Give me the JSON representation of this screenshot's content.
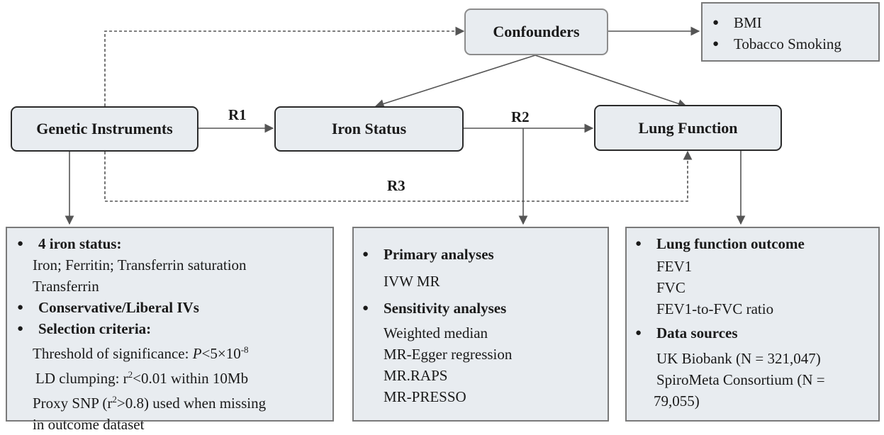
{
  "nodes": {
    "confounders": "Confounders",
    "genetic": "Genetic Instruments",
    "iron": "Iron Status",
    "lung": "Lung Function"
  },
  "labels": {
    "r1": "R1",
    "r2": "R2",
    "r3": "R3"
  },
  "confounder_list": [
    "BMI",
    "Tobacco Smoking"
  ],
  "panel_genetic": {
    "h1": "4 iron status:",
    "h1_lines": [
      "Iron; Ferritin; Transferrin saturation",
      "Transferrin"
    ],
    "h2": "Conservative/Liberal IVs",
    "h3": "Selection criteria:",
    "threshold_text": "Threshold of significance:",
    "threshold_p": "P",
    "threshold_rest": "<5×10",
    "threshold_exp": "-8",
    "ld_a": "LD clumping: r",
    "ld_sup": "2",
    "ld_b": "<0.01 within 10Mb",
    "proxy_a": "Proxy SNP (r",
    "proxy_sup": "2",
    "proxy_b": ">0.8) used when missing",
    "proxy_line2": "in outcome dataset"
  },
  "panel_analysis": {
    "h1": "Primary analyses",
    "h1_lines": [
      "IVW MR"
    ],
    "h2": "Sensitivity analyses",
    "h2_lines": [
      "Weighted median",
      "MR-Egger regression",
      "MR.RAPS",
      "MR-PRESSO"
    ]
  },
  "panel_outcome": {
    "h1": "Lung function outcome",
    "h1_lines": [
      "FEV1",
      "FVC",
      "FEV1-to-FVC ratio"
    ],
    "h2": "Data sources",
    "h2_lines": [
      "UK Biobank (N = 321,047)",
      "SpiroMeta Consortium (N =",
      "79,055)"
    ]
  }
}
